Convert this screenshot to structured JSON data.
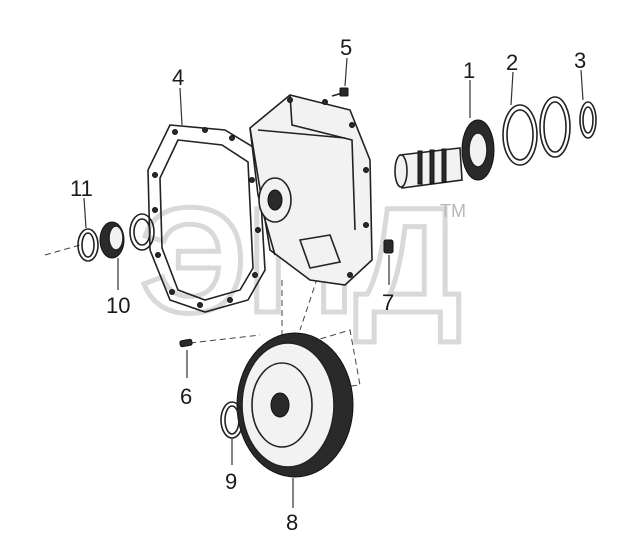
{
  "watermark": {
    "text": "ЭПД",
    "trademark": "TM"
  },
  "callouts": [
    {
      "id": "1",
      "label": "1"
    },
    {
      "id": "2",
      "label": "2"
    },
    {
      "id": "3",
      "label": "3"
    },
    {
      "id": "4",
      "label": "4"
    },
    {
      "id": "5",
      "label": "5"
    },
    {
      "id": "6",
      "label": "6"
    },
    {
      "id": "7",
      "label": "7"
    },
    {
      "id": "8",
      "label": "8"
    },
    {
      "id": "9",
      "label": "9"
    },
    {
      "id": "10",
      "label": "10"
    },
    {
      "id": "11",
      "label": "11"
    }
  ]
}
